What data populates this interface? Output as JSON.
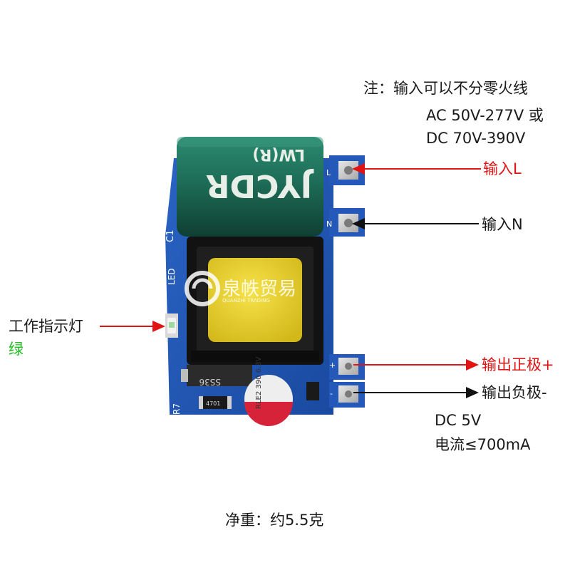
{
  "notes": {
    "input_note": "注：输入可以不分零火线",
    "input_ac": "AC 50V-277V 或",
    "input_dc": "DC 70V-390V"
  },
  "pins": {
    "input_l": "输入L",
    "input_n": "输入N",
    "output_pos": "输出正极+",
    "output_neg": "输出负极-"
  },
  "indicator": {
    "label": "工作指示灯",
    "color_word": "绿"
  },
  "output_spec": {
    "voltage": "DC 5V",
    "current": "电流≤700mA"
  },
  "weight": "净重：约5.5克",
  "silkscreen": {
    "cap_big_line1": "JYCDR",
    "cap_big_line2": "LW(R)",
    "cap_small": "RLE2 390 6.3V",
    "diode": "SS36",
    "resistor": "4701",
    "ref_r7": "R7",
    "ref_c1": "C1",
    "ref_led": "LED",
    "ref_l": "L",
    "ref_n": "N"
  },
  "watermark": {
    "brand": "泉帙贸易",
    "sub": "QUANZHI TRADING"
  },
  "colors": {
    "pcb": "#1f56b6",
    "capacitor": "#1d6d57",
    "transformer_core": "#e8d22f",
    "bobbin": "#111111",
    "arrow_red": "#e01414",
    "arrow_black": "#111111",
    "led_green": "#1fbf1f"
  }
}
